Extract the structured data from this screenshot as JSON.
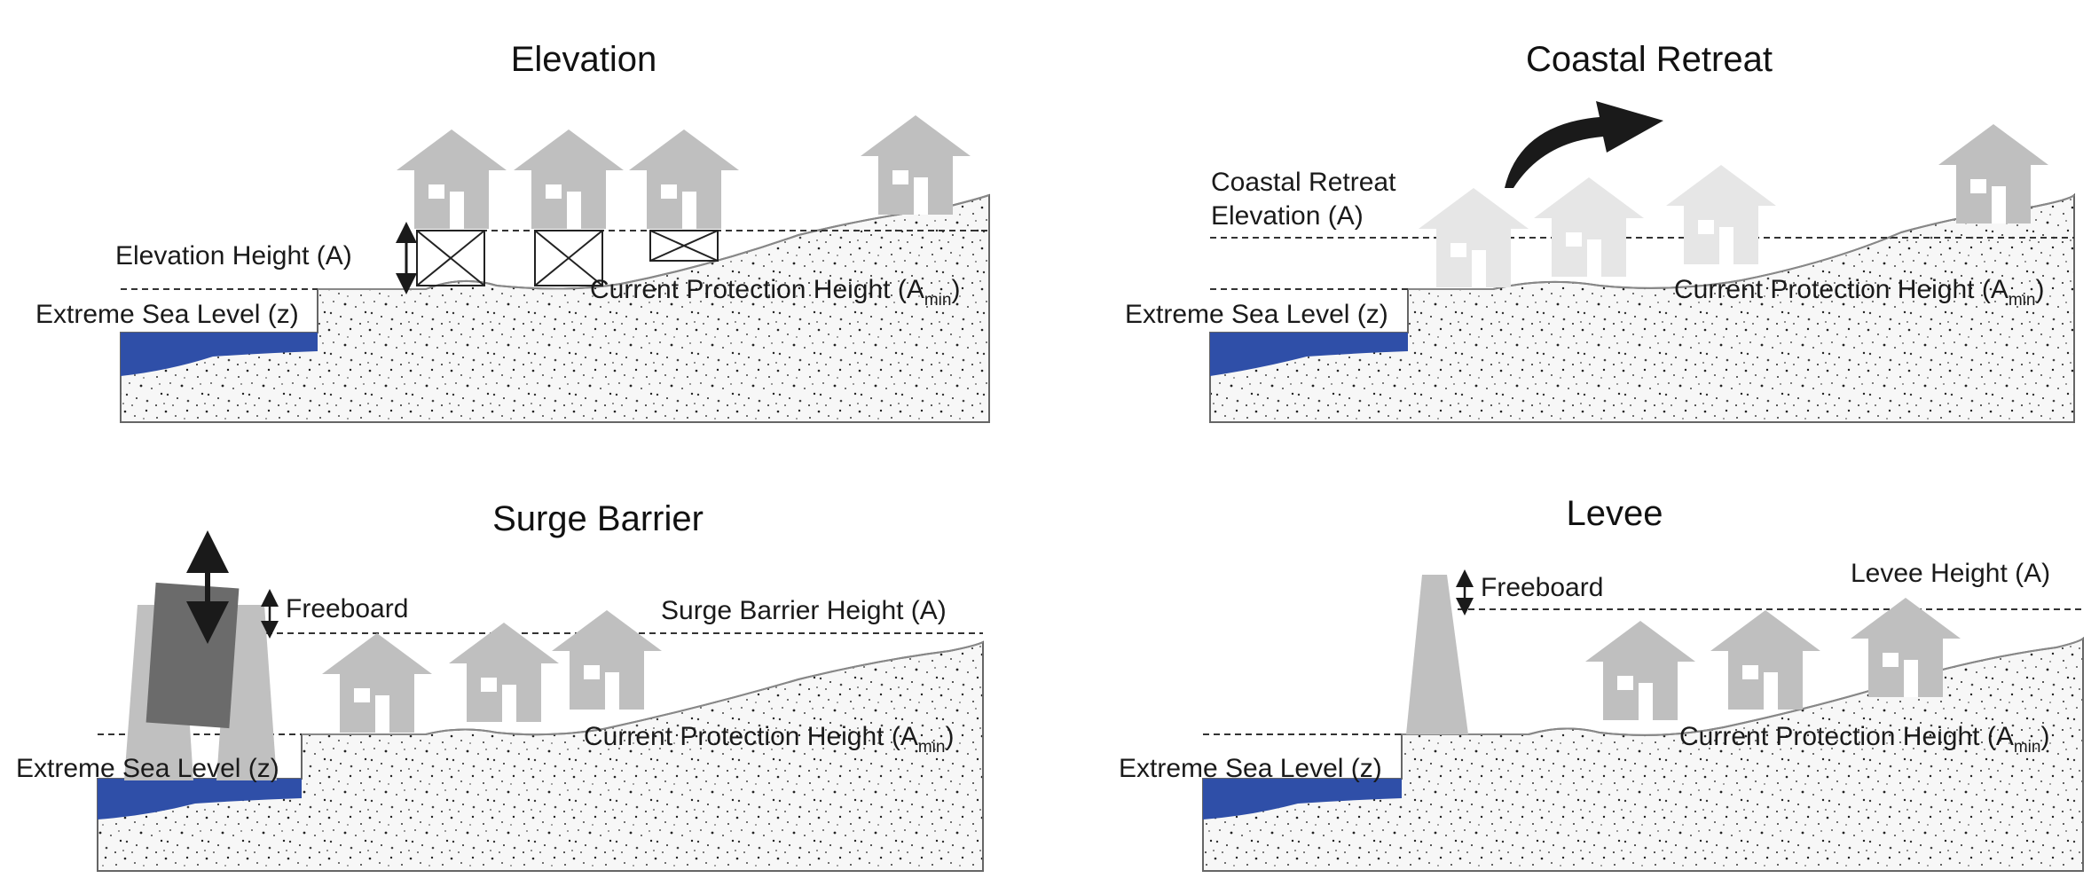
{
  "colors": {
    "water": "#2f4fa8",
    "ground": "#f7f7f7",
    "house": "#bfbfbf",
    "house_retreat_ghost": "#e6e6e6",
    "barrier": "#c0c0c0",
    "barrier_gate": "#6b6b6b",
    "arrow": "#1a1a1a"
  },
  "panels": {
    "elevation": {
      "title": "Elevation",
      "elevation_height": "Elevation Height (A)",
      "current_protection": "Current Protection Height (A",
      "current_protection_sub": "min",
      "current_protection_close": ")",
      "extreme_sea_level": "Extreme Sea Level (z)"
    },
    "retreat": {
      "title": "Coastal Retreat",
      "retreat_line1": "Coastal Retreat",
      "retreat_line2": "Elevation (A)",
      "current_protection": "Current Protection Height (A",
      "current_protection_sub": "min",
      "current_protection_close": ")",
      "extreme_sea_level": "Extreme Sea Level (z)"
    },
    "barrier": {
      "title": "Surge Barrier",
      "freeboard": "Freeboard",
      "barrier_height": "Surge Barrier Height (A)",
      "current_protection": "Current Protection Height (A",
      "current_protection_sub": "min",
      "current_protection_close": ")",
      "extreme_sea_level": "Extreme Sea Level (z)"
    },
    "levee": {
      "title": "Levee",
      "freeboard": "Freeboard",
      "levee_height": "Levee Height (A)",
      "current_protection": "Current Protection Height (A",
      "current_protection_sub": "min",
      "current_protection_close": ")",
      "extreme_sea_level": "Extreme Sea Level (z)"
    }
  }
}
